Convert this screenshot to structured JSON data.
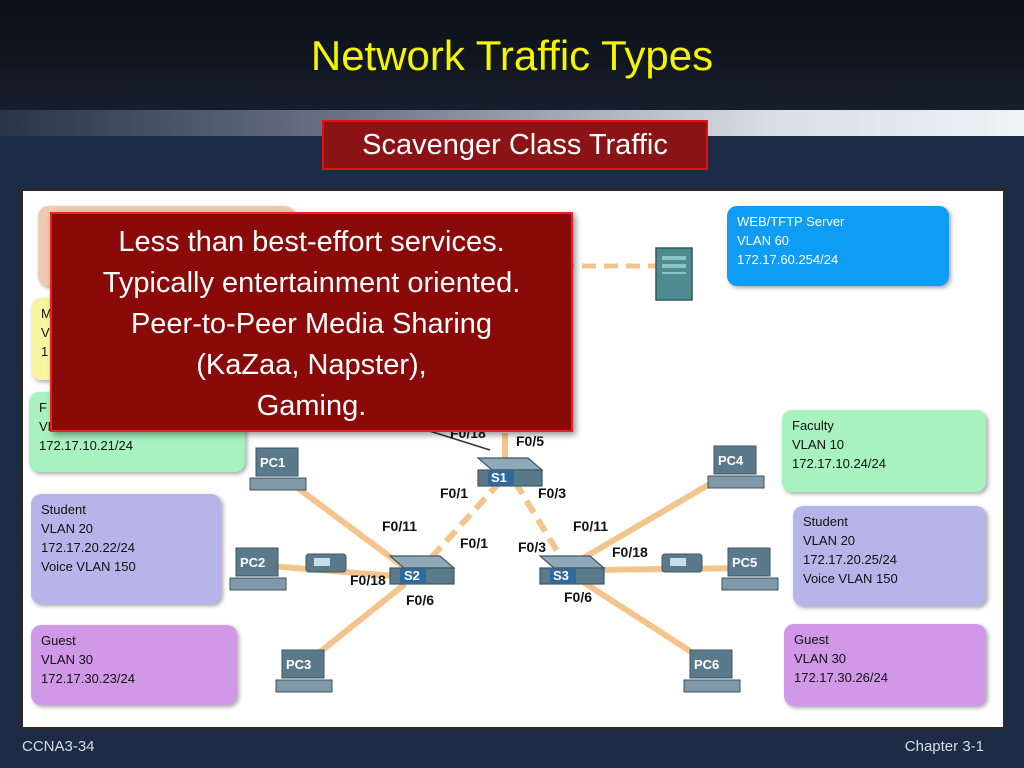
{
  "slide": {
    "title": "Network Traffic Types",
    "subtitle": "Scavenger Class Traffic",
    "footer_left": "CCNA3-34",
    "footer_right": "Chapter 3-1"
  },
  "callout": {
    "lines": [
      "Less than best-effort services.",
      "Typically entertainment oriented.",
      "Peer-to-Peer Media Sharing",
      "(KaZaa, Napster),",
      "Gaming."
    ]
  },
  "info_boxes": {
    "web_server": [
      "WEB/TFTP Server",
      "VLAN 60",
      "172.17.60.254/24"
    ],
    "left_faculty": [
      "F",
      "VLAN 10",
      "172.17.10.21/24"
    ],
    "left_yellow": [
      "M",
      "V",
      "1"
    ],
    "left_student": [
      "Student",
      "VLAN 20",
      "172.17.20.22/24",
      "Voice  VLAN 150"
    ],
    "left_guest": [
      "Guest",
      "VLAN 30",
      "172.17.30.23/24"
    ],
    "right_faculty": [
      "Faculty",
      "VLAN 10",
      "172.17.10.24/24"
    ],
    "right_student": [
      "Student",
      "VLAN 20",
      "172.17.20.25/24",
      "Voice  VLAN 150"
    ],
    "right_guest": [
      "Guest",
      "VLAN 30",
      "172.17.30.26/24"
    ]
  },
  "devices": {
    "s1": "S1",
    "s2": "S2",
    "s3": "S3",
    "pc1": "PC1",
    "pc2": "PC2",
    "pc3": "PC3",
    "pc4": "PC4",
    "pc5": "PC5",
    "pc6": "PC6"
  },
  "ports": {
    "s1_top_a": "F0/18",
    "s1_top_b": "F0/5",
    "s1_left": "F0/1",
    "s1_right": "F0/3",
    "s2_up": "F0/1",
    "s2_f11": "F0/11",
    "s2_f18": "F0/18",
    "s2_f6": "F0/6",
    "s3_up": "F0/3",
    "s3_f11": "F0/11",
    "s3_f18": "F0/18",
    "s3_f6": "F0/6"
  },
  "colors": {
    "title": "#f5f500",
    "callout_bg": "#8a0a0a",
    "link": "#f0c08a",
    "trunk": "#f0a050"
  }
}
